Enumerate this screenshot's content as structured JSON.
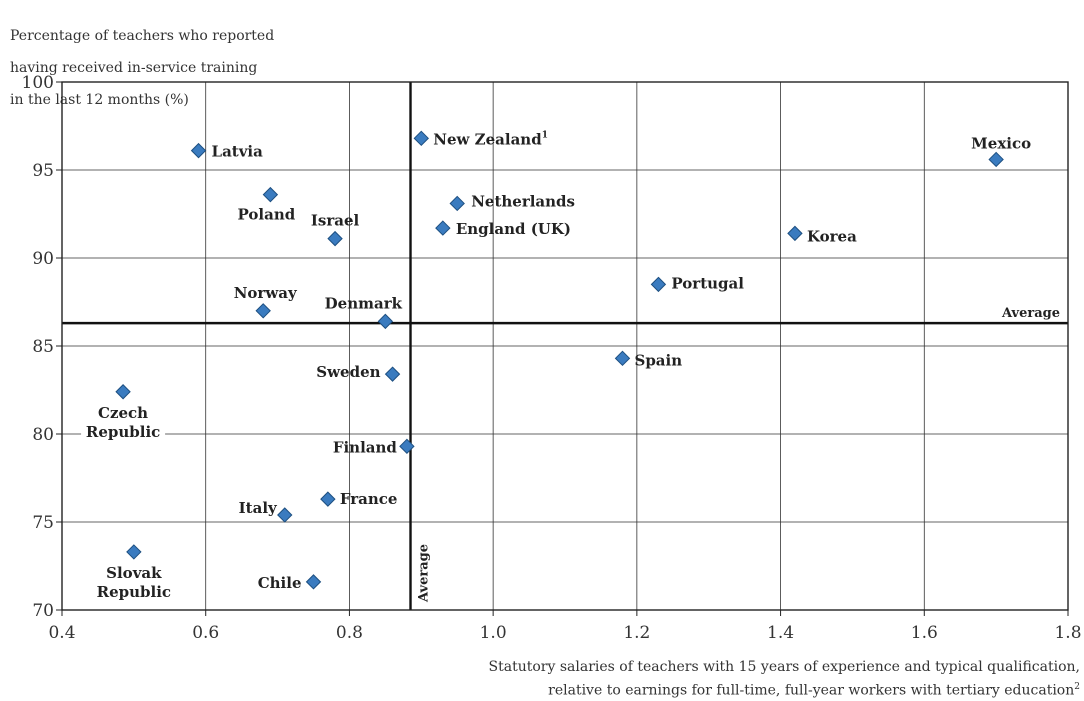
{
  "chart_data": {
    "type": "scatter",
    "ylabel_lines": [
      "Percentage of teachers who reported",
      "having received in-service training",
      "in the last 12 months (%)"
    ],
    "xlabel_lines": [
      "Statutory salaries of teachers with 15 years of experience and typical qualification,",
      "relative to earnings for full-time, full-year workers with tertiary education"
    ],
    "xlabel_footnote": "2",
    "xlim": [
      0.4,
      1.8
    ],
    "ylim": [
      70,
      100
    ],
    "x_ticks": [
      "0.4",
      "0.6",
      "0.8",
      "1.0",
      "1.2",
      "1.4",
      "1.6",
      "1.8"
    ],
    "y_ticks": [
      "70",
      "75",
      "80",
      "85",
      "90",
      "95",
      "100"
    ],
    "grid": true,
    "marker": "diamond",
    "marker_color": "#3a7bbf",
    "average_lines": {
      "x": 0.885,
      "y": 86.3,
      "x_label": "Average",
      "y_label": "Average"
    },
    "points": [
      {
        "name": "Latvia",
        "x": 0.59,
        "y": 96.1
      },
      {
        "name": "New Zealand",
        "sup": "1",
        "x": 0.9,
        "y": 96.8
      },
      {
        "name": "Mexico",
        "x": 1.7,
        "y": 95.6
      },
      {
        "name": "Poland",
        "x": 0.69,
        "y": 93.6
      },
      {
        "name": "Netherlands",
        "x": 0.95,
        "y": 93.1
      },
      {
        "name": "Israel",
        "x": 0.78,
        "y": 91.1
      },
      {
        "name": "England (UK)",
        "x": 0.93,
        "y": 91.7
      },
      {
        "name": "Korea",
        "x": 1.42,
        "y": 91.4
      },
      {
        "name": "Portugal",
        "x": 1.23,
        "y": 88.5
      },
      {
        "name": "Norway",
        "x": 0.68,
        "y": 87.0
      },
      {
        "name": "Denmark",
        "x": 0.85,
        "y": 86.4
      },
      {
        "name": "Spain",
        "x": 1.18,
        "y": 84.3
      },
      {
        "name": "Sweden",
        "x": 0.86,
        "y": 83.4
      },
      {
        "name": "Czech Republic",
        "x": 0.485,
        "y": 82.4
      },
      {
        "name": "Finland",
        "x": 0.88,
        "y": 79.3
      },
      {
        "name": "France",
        "x": 0.77,
        "y": 76.3
      },
      {
        "name": "Italy",
        "x": 0.71,
        "y": 75.4
      },
      {
        "name": "Slovak Republic",
        "x": 0.5,
        "y": 73.3
      },
      {
        "name": "Chile",
        "x": 0.75,
        "y": 71.6
      }
    ]
  }
}
